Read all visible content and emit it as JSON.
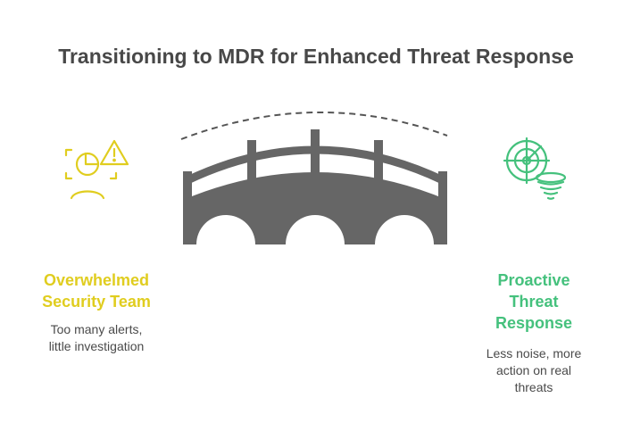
{
  "title": "Transitioning to MDR for Enhanced Threat Response",
  "left": {
    "heading_lines": [
      "Overwhelmed",
      "Security Team"
    ],
    "description_lines": [
      "Too many alerts,",
      "little investigation"
    ],
    "color": "#e0cd1f",
    "icon": "overwhelmed-user-alert-icon"
  },
  "right": {
    "heading_lines": [
      "Proactive",
      "Threat",
      "Response"
    ],
    "description_lines": [
      "Less noise, more",
      "action on real",
      "threats"
    ],
    "color": "#45c17d",
    "icon": "radar-funnel-icon"
  },
  "bridge": {
    "color": "#666666",
    "icon": "bridge-icon",
    "arc_style": "dashed"
  }
}
